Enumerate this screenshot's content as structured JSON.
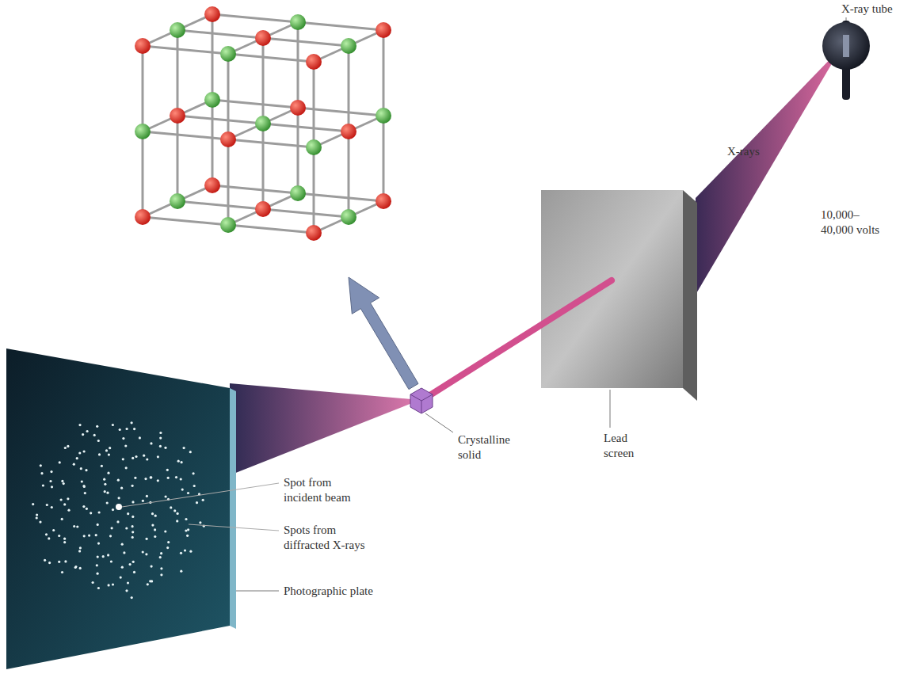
{
  "diagram": {
    "labels": [
      "X-ray tube",
      "X-rays",
      "10,000–40,000 volts",
      "Lead screen",
      "Crystalline solid",
      "Spot from incident beam",
      "Spots from diffracted X-rays",
      "Photographic plate"
    ]
  }
}
